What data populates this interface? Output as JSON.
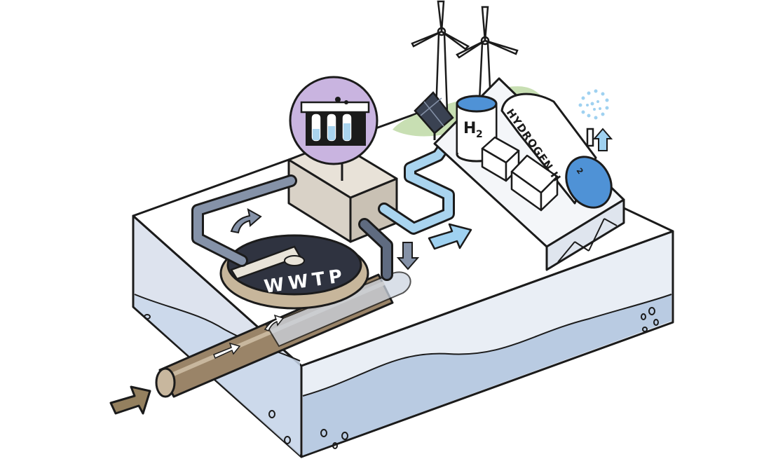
{
  "labels": {
    "wwtp": "WWTP",
    "h2_tank": "H",
    "h2_tank_sub": "2",
    "hydrogen_tank": "HYDROGEN H",
    "hydrogen_tank_sub": "2"
  },
  "colors": {
    "ground_top": "#ffffff",
    "ground_side_front": "#e9eef5",
    "ground_side_left": "#dde3ee",
    "water_light": "#c9d7ea",
    "water_deep": "#b4c6e0",
    "outline": "#1b1b1b",
    "pipe_grey": "#8592a8",
    "pipe_grey_dark": "#5f6b80",
    "pipe_light_blue": "#a9d4ef",
    "pipe_brown": "#9a8468",
    "pipe_brown_light": "#c8b79e",
    "arrow_brown": "#94805f",
    "arrow_blue": "#9fd1f0",
    "arrow_grey": "#8592a8",
    "filter_box": "#d9d2c7",
    "filter_bubble": "#c9b4e0",
    "tank_dark": "#2f3340",
    "tank_rim": "#c7b69b",
    "hydrogen_blue": "#4f92d6",
    "grass": "#c8dfb3",
    "solar_panel": "#3a4252"
  },
  "icons": [
    "wind-turbine-icon",
    "solar-panel-icon",
    "filter-lab-icon",
    "hydrogen-molecule-icon",
    "flow-arrow-icon"
  ]
}
